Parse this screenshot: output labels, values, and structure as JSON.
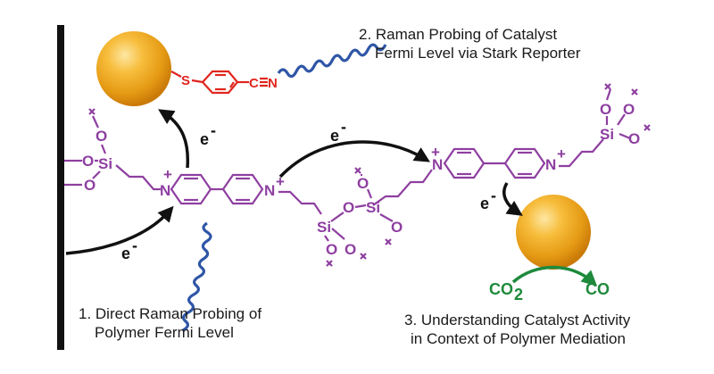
{
  "labels": {
    "label1_line1": "1. Direct Raman Probing of",
    "label1_line2": "Polymer Fermi Level",
    "label2_line1": "2. Raman Probing of Catalyst",
    "label2_line2": "Fermi Level via Stark Reporter",
    "label3_line1": "3. Understanding Catalyst Activity",
    "label3_line2": "in Context of Polymer Mediation"
  },
  "chem": {
    "electron": "e",
    "electron_charge": "-",
    "plus": "+",
    "nitrogen": "N",
    "silicon": "Si",
    "oxygen": "O",
    "sulfur": "S",
    "carbon": "C",
    "co2": "CO",
    "co2_sub": "2",
    "co": "CO"
  },
  "colors": {
    "polymer": "#8e3fa0",
    "reporter": "#e0261f",
    "wave": "#2f56a6",
    "product": "#1e8a3c",
    "catalyst": "#f0a820"
  }
}
